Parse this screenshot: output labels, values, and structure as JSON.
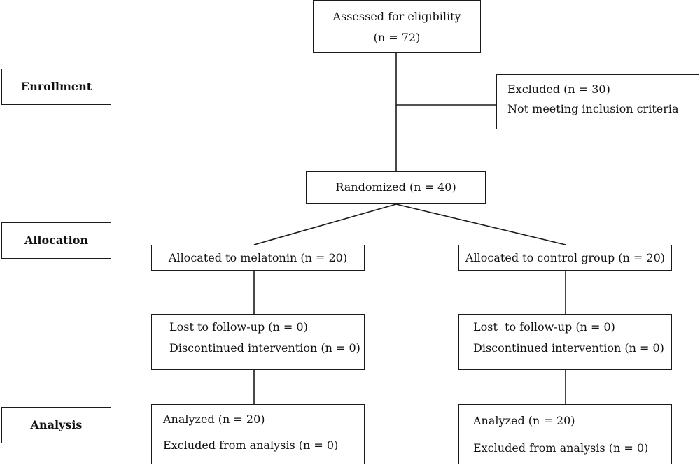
{
  "stages": {
    "enrollment": "Enrollment",
    "allocation": "Allocation",
    "analysis": "Analysis"
  },
  "assessed": {
    "line1": "Assessed for eligibility",
    "line2": "(n = 72)"
  },
  "excluded": {
    "line1": "Excluded (n = 30)",
    "line2": "Not meeting inclusion criteria"
  },
  "randomized": {
    "label": "Randomized (n = 40)"
  },
  "melatonin_arm": {
    "allocated": "Allocated to melatonin (n = 20)",
    "lost": "Lost to follow-up (n = 0)",
    "discontinued": "Discontinued intervention (n = 0)",
    "analyzed": "Analyzed (n = 20)",
    "excluded_analysis": "Excluded from analysis (n = 0)"
  },
  "control_arm": {
    "allocated": "Allocated to control group (n = 20)",
    "lost": "Lost  to follow-up (n = 0)",
    "discontinued": "Discontinued intervention (n = 0)",
    "analyzed": "Analyzed (n = 20)",
    "excluded_analysis": "Excluded from analysis (n = 0)"
  }
}
